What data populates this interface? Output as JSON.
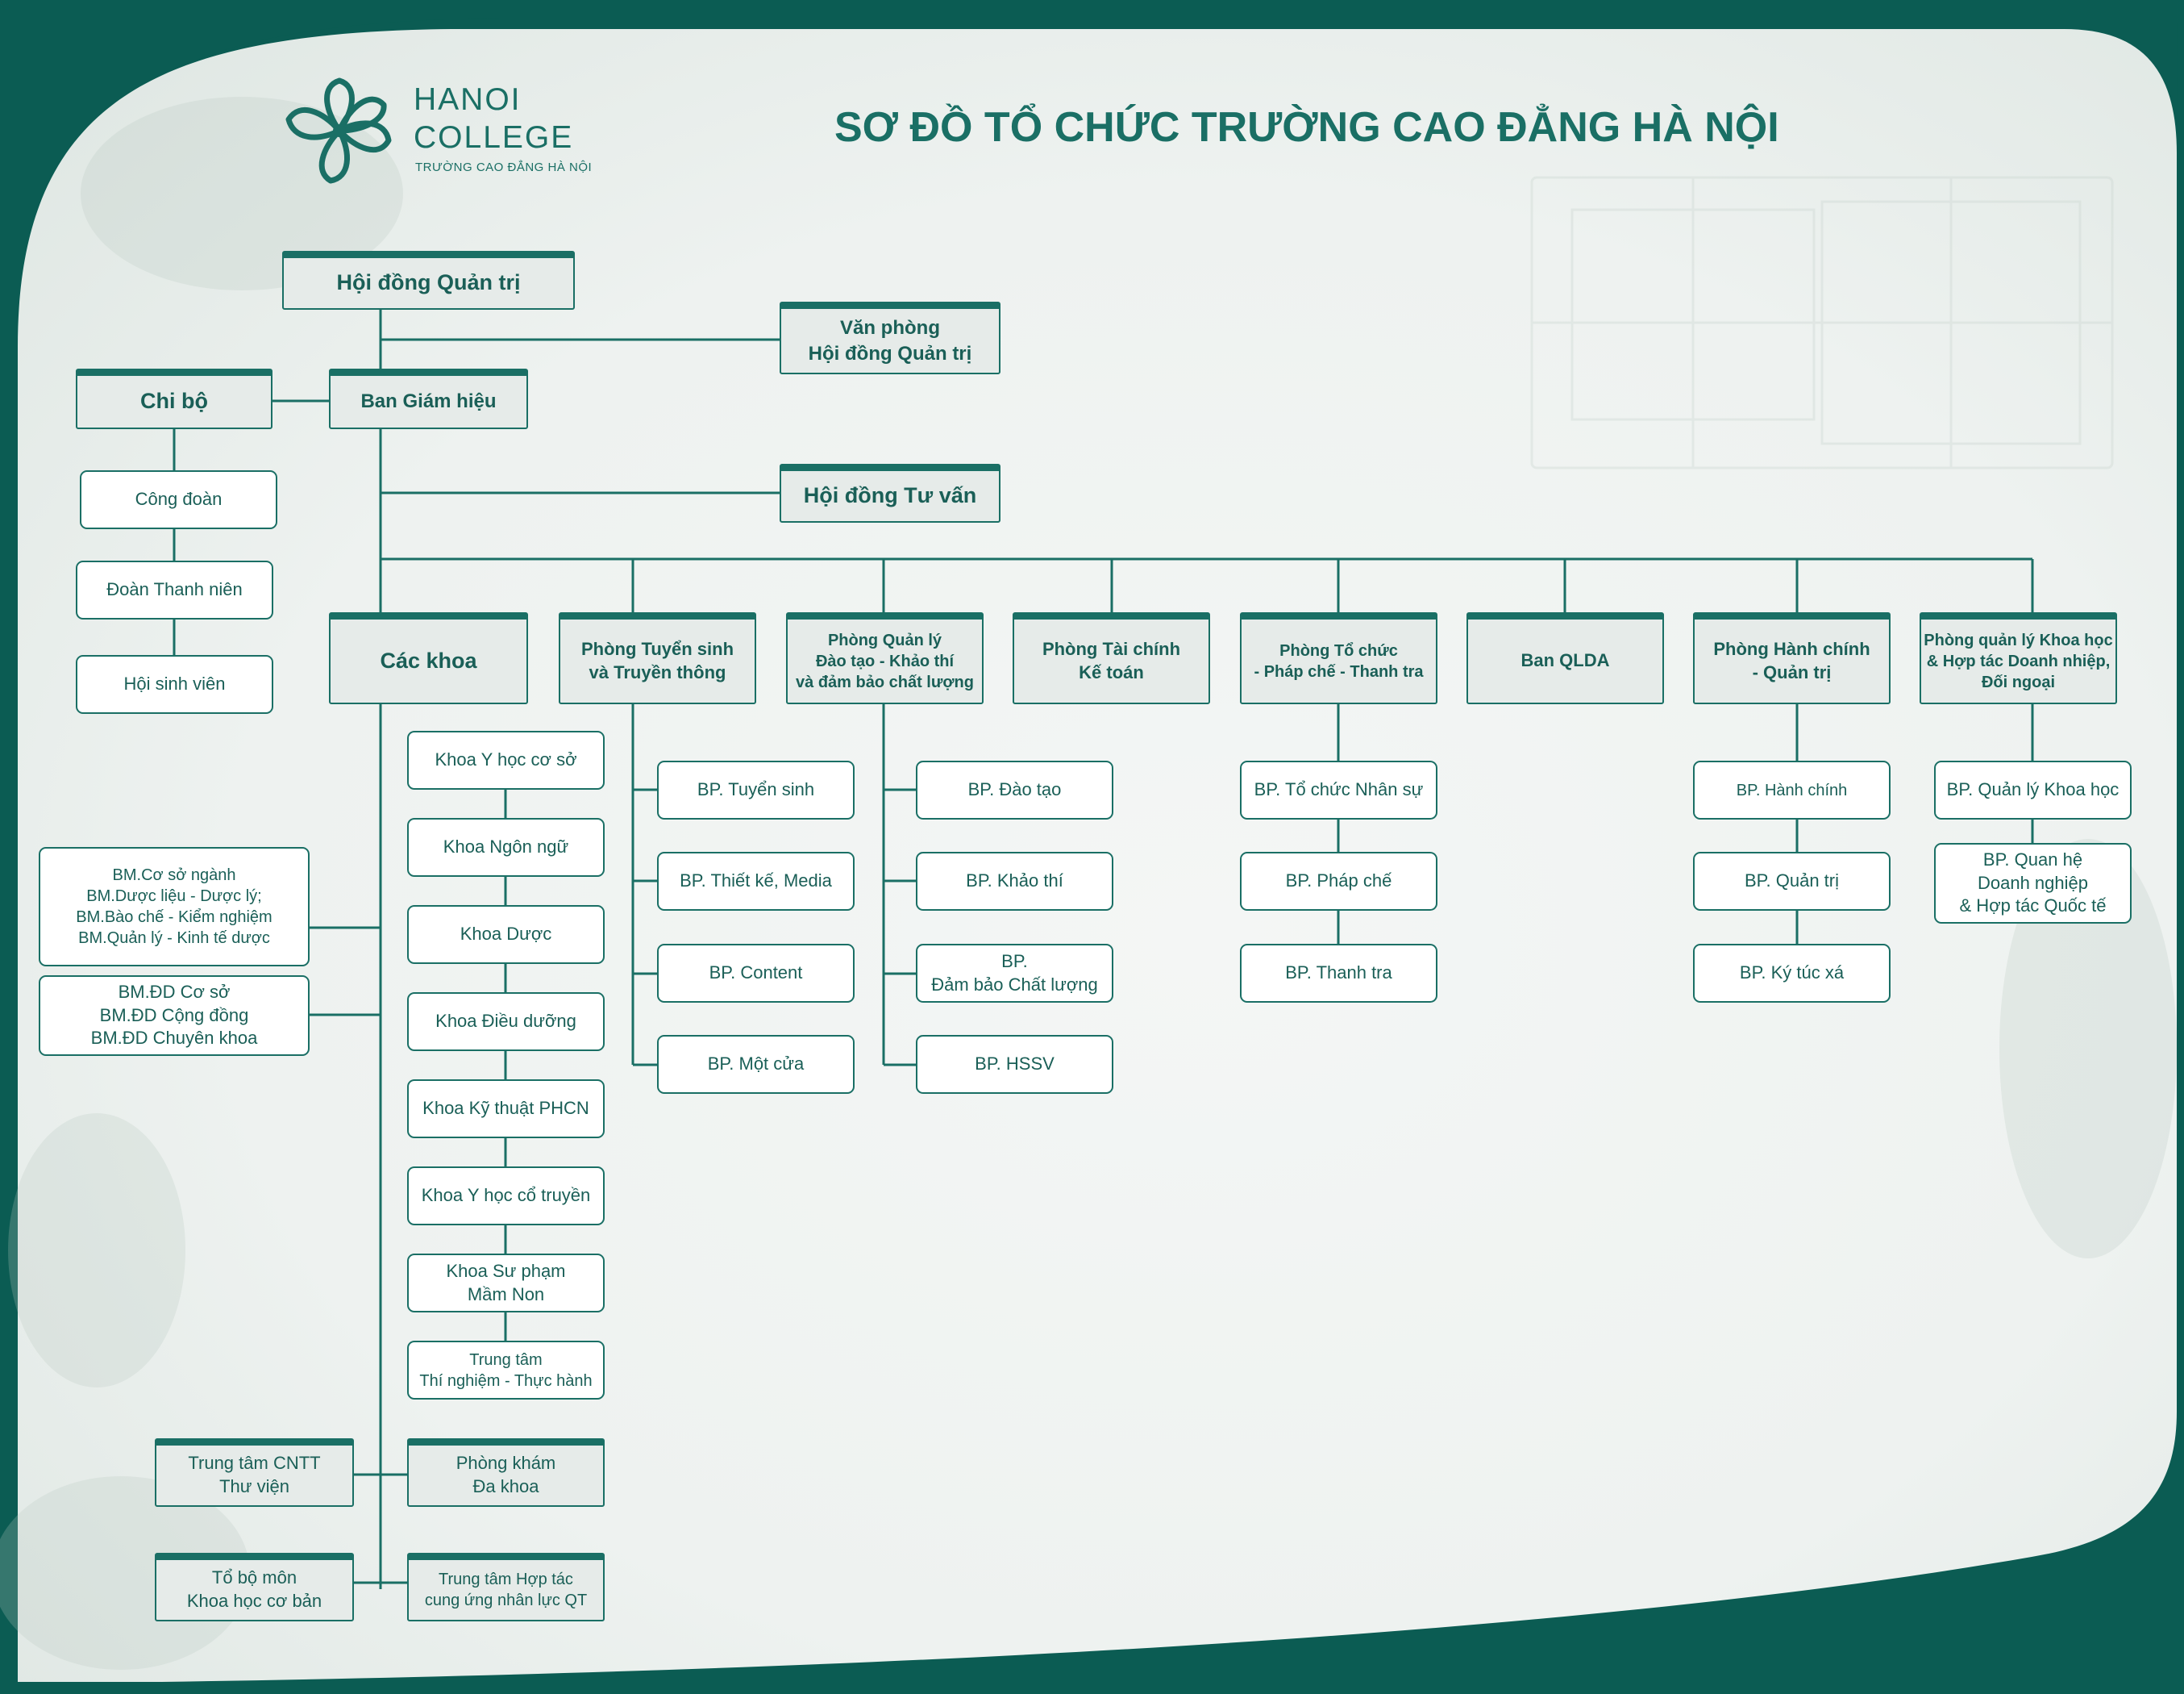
{
  "title": "SƠ ĐỒ TỔ CHỨC TRƯỜNG CAO ĐẲNG HÀ NỘI",
  "brand": {
    "line1": "HANOI",
    "line2": "COLLEGE",
    "line3": "TRƯỜNG CAO ĐẲNG HÀ NỘI",
    "logo_icon": "flower-logo-icon"
  },
  "colors": {
    "frame": "#0b5c53",
    "accent": "#1a6f65",
    "header_fill": "#e6ebe9",
    "box_fill": "#ffffff"
  },
  "nodes": {
    "hoi_dong_quan_tri": "Hội đồng Quản trị",
    "van_phong_hdqt": "Văn phòng\nHội đồng Quản trị",
    "chi_bo": "Chi bộ",
    "ban_giam_hieu": "Ban Giám hiệu",
    "hoi_dong_tu_van": "Hội đồng Tư vấn",
    "cong_doan": "Công đoàn",
    "doan_thanh_nien": "Đoàn Thanh niên",
    "hoi_sinh_vien": "Hội sinh viên",
    "cac_khoa": "Các khoa",
    "phong_tuyen_sinh": "Phòng Tuyển sinh\nvà Truyền thông",
    "phong_quan_ly_dao_tao": "Phòng Quản lý\nĐào tạo - Khảo thí\nvà đảm bảo chất lượng",
    "phong_tai_chinh": "Phòng Tài chính\nKế toán",
    "phong_to_chuc": "Phòng Tổ chức\n- Pháp chế - Thanh tra",
    "ban_qlda": "Ban QLDA",
    "phong_hanh_chinh": "Phòng Hành chính\n- Quản trị",
    "phong_khoa_hoc": "Phòng quản lý Khoa học\n& Hợp tác Doanh nhiệp,\nĐối ngoại"
  },
  "khoa_list": [
    "Khoa Y học cơ sở",
    "Khoa Ngôn ngữ",
    "Khoa Dược",
    "Khoa Điều dưỡng",
    "Khoa Kỹ thuật PHCN",
    "Khoa Y học cổ truyền",
    "Khoa Sư phạm\nMầm Non",
    "Trung tâm\nThí nghiệm - Thực hành"
  ],
  "bo_mon_duoc": "BM.Cơ sở ngành\nBM.Dược liệu - Dược lý;\nBM.Bào chế - Kiểm nghiệm\nBM.Quản lý - Kinh tế dược",
  "bo_mon_dieu_duong": "BM.ĐD Cơ sở\nBM.ĐD Cộng đồng\nBM.ĐD Chuyên khoa",
  "bottom_units": {
    "trung_tam_cntt": "Trung tâm CNTT\nThư viện",
    "phong_kham": "Phòng khám\nĐa khoa",
    "to_bo_mon": "Tổ bộ môn\nKhoa học cơ bản",
    "trung_tam_hop_tac": "Trung tâm Hợp tác\ncung ứng nhân lực QT"
  },
  "tuyen_sinh_sub": [
    "BP. Tuyển sinh",
    "BP. Thiết kế, Media",
    "BP. Content",
    "BP. Một cửa"
  ],
  "dao_tao_sub": [
    "BP. Đào tạo",
    "BP. Khảo thí",
    "BP.\nĐảm bảo Chất lượng",
    "BP. HSSV"
  ],
  "to_chuc_sub": [
    "BP. Tổ chức Nhân sự",
    "BP. Pháp chế",
    "BP. Thanh tra"
  ],
  "hanh_chinh_sub": [
    "BP. Hành chính",
    "BP. Quản trị",
    "BP. Ký túc xá"
  ],
  "khoa_hoc_sub": [
    "BP. Quản lý Khoa học",
    "BP. Quan hệ\nDoanh nghiệp\n& Hợp tác Quốc tế"
  ]
}
